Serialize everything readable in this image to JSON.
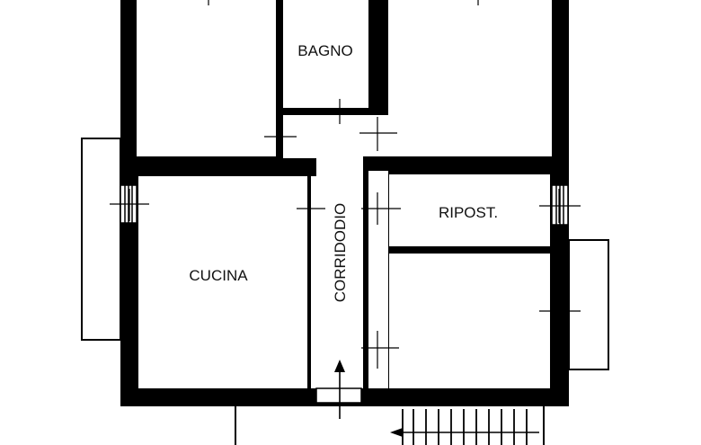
{
  "plan": {
    "rooms": [
      {
        "id": "bagno",
        "label": "BAGNO"
      },
      {
        "id": "cucina",
        "label": "CUCINA"
      },
      {
        "id": "corridodio",
        "label": "CORRIDODIO"
      },
      {
        "id": "ripost",
        "label": "RIPOST."
      }
    ],
    "colors": {
      "wall": "#000000",
      "floor": "#ffffff",
      "text": "#111111"
    },
    "icons": [
      "entrance-arrow-icon",
      "stair-arrow-icon",
      "window-marker-icon",
      "door-marker-icon"
    ]
  }
}
